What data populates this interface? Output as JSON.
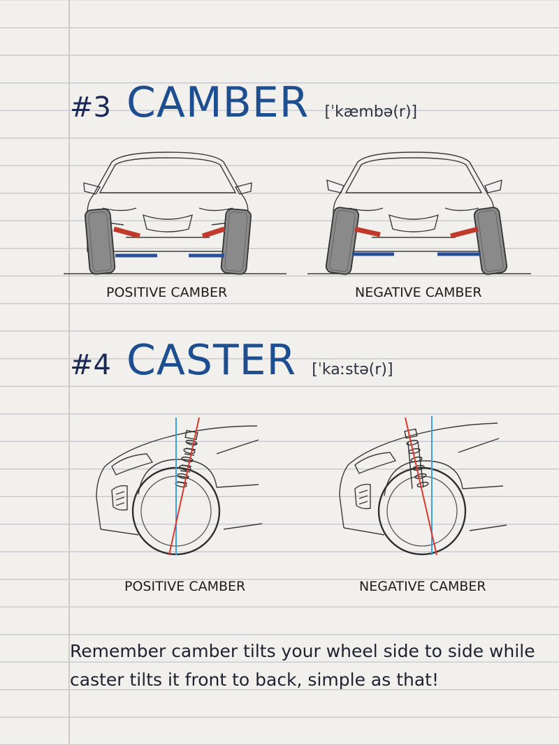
{
  "sections": [
    {
      "number": "#3",
      "title": "CAMBER",
      "pronunciation": "[ˈkæmbə(r)]",
      "captions": [
        "POSITIVE CAMBER",
        "NEGATIVE CAMBER"
      ]
    },
    {
      "number": "#4",
      "title": "CASTER",
      "pronunciation": "[ˈkaːstə(r)]",
      "captions": [
        "POSITIVE CAMBER",
        "NEGATIVE CAMBER"
      ]
    }
  ],
  "note": "Remember camber tilts your wheel side to side while caster tilts it front to back, simple as that!",
  "colors": {
    "heading_blue": "#1d4e8f",
    "red_arm": "#c0392b",
    "blue_arm": "#2a4f9a",
    "axis_blue": "#3aa0e0",
    "axis_red": "#d83a2f"
  },
  "icons": [
    "car-front-positive-camber",
    "car-front-negative-camber",
    "car-side-positive-caster",
    "car-side-negative-caster"
  ]
}
